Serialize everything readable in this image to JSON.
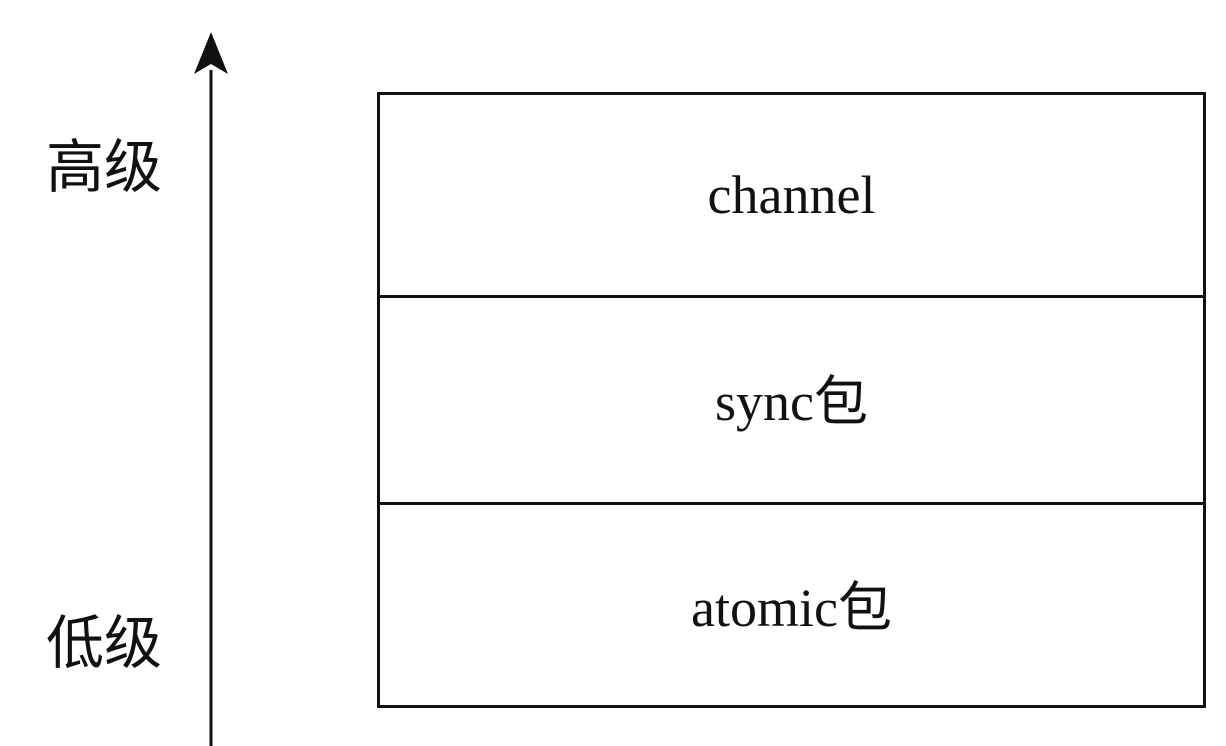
{
  "axis": {
    "high_label": "高级",
    "low_label": "低级"
  },
  "layers": [
    {
      "label": "channel"
    },
    {
      "label": "sync包"
    },
    {
      "label": "atomic包"
    }
  ],
  "colors": {
    "line": "#111111",
    "background": "#ffffff"
  }
}
